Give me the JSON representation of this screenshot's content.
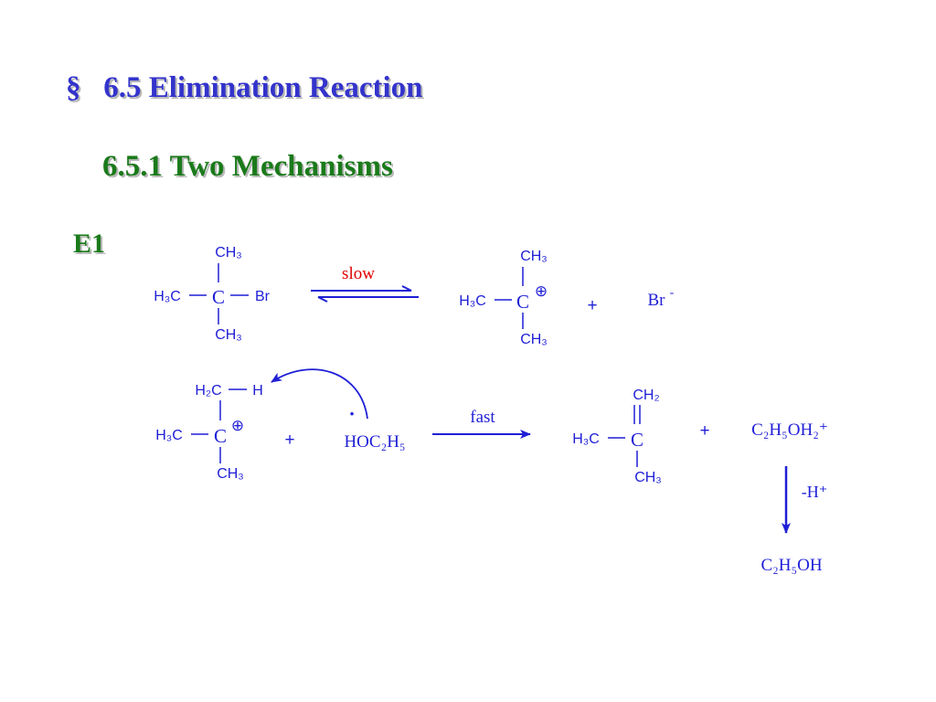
{
  "slide": {
    "section_symbol": "§",
    "title": "6.5  Elimination Reaction",
    "subtitle": "6.5.1  Two Mechanisms",
    "mechanism_label": "E1"
  },
  "step1": {
    "condition": "slow",
    "plus": "+",
    "bromide": "Br",
    "bromide_charge": "-"
  },
  "step2": {
    "condition": "fast",
    "plus_left": "+",
    "plus_right": "+",
    "ethanol": "HOC₂H₅",
    "lone_pair_dot": "·",
    "protonated_ethanol": "C₂H₅OH₂⁺",
    "deprotonation": "-H⁺",
    "final_ethanol": "C₂H₅OH"
  },
  "atoms": {
    "ch3": "CH₃",
    "h3c": "H₃C",
    "c": "C",
    "br": "Br",
    "h2c": "H₂C",
    "h": "H",
    "ch2": "CH₂",
    "plus_charge": "⊕"
  },
  "colors": {
    "blue": "#1f1fd6",
    "title_blue": "#3333cc",
    "green": "#1a7a1a",
    "red": "#e00000"
  }
}
